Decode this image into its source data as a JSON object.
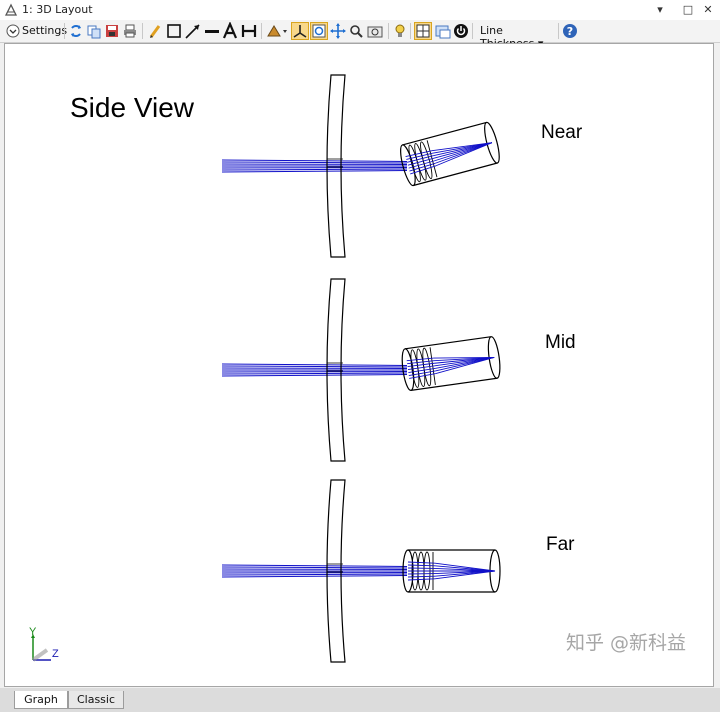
{
  "window": {
    "title": "1: 3D Layout",
    "minimize_glyph": "▾",
    "maximize_glyph": "□",
    "close_glyph": "✕"
  },
  "toolbar": {
    "settings_label": "Settings",
    "line_thickness_label": "Line Thickness ▾",
    "icons": [
      "refresh-icon",
      "copy-icon",
      "save-icon",
      "print-icon",
      "pencil-icon",
      "rectangle-icon",
      "arrow-icon",
      "line-icon",
      "text-icon",
      "dimension-icon",
      "rotate-icon",
      "axes-icon",
      "fit-icon",
      "move-icon",
      "zoom-icon",
      "camera-icon",
      "light-icon",
      "tile-icon",
      "window-icon",
      "power-icon",
      "help-icon"
    ]
  },
  "view": {
    "title": "Side View",
    "configurations": [
      {
        "label": "Near",
        "rotation_deg": -15
      },
      {
        "label": "Mid",
        "rotation_deg": -8
      },
      {
        "label": "Far",
        "rotation_deg": 0
      }
    ],
    "axis_y": "Y",
    "axis_z": "Z",
    "ray_color": "#1010c8"
  },
  "tabs": {
    "graph": "Graph",
    "classic": "Classic"
  },
  "watermark": "知乎 @新科益"
}
